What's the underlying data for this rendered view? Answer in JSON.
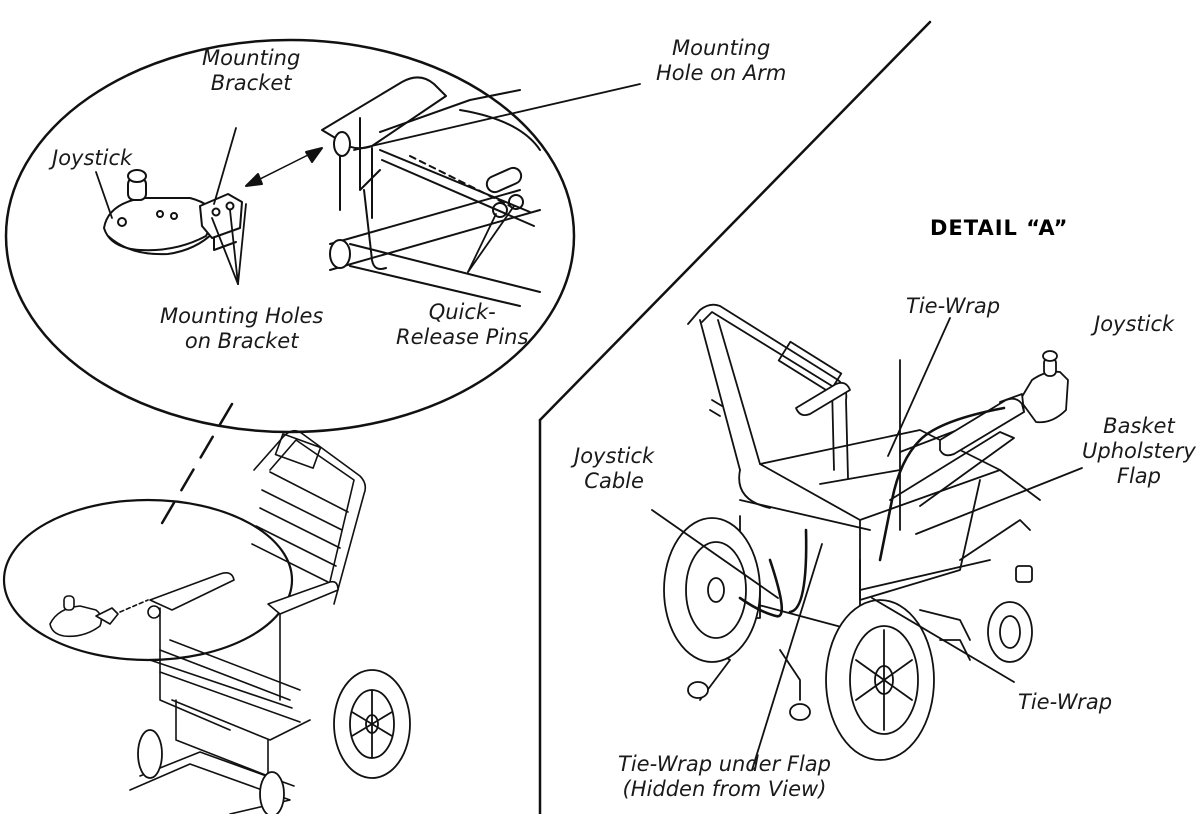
{
  "detail_title": "DETAIL “A”",
  "callout_labels": {
    "joystick_top": "Joystick",
    "mounting_bracket": [
      "Mounting",
      "Bracket"
    ],
    "mounting_hole_on_arm": [
      "Mounting",
      "Hole on Arm"
    ],
    "mounting_holes_on_bracket": [
      "Mounting Holes",
      "on Bracket"
    ],
    "quick_release_pins": [
      "Quick-",
      "Release Pins"
    ]
  },
  "detail_labels": {
    "tie_wrap_top": "Tie-Wrap",
    "joystick": "Joystick",
    "basket_upholstery_flap": [
      "Basket",
      "Upholstery",
      "Flap"
    ],
    "joystick_cable": [
      "Joystick",
      "Cable"
    ],
    "tie_wrap_bottom": "Tie-Wrap",
    "tie_wrap_under_flap": [
      "Tie-Wrap under Flap",
      "(Hidden from View)"
    ]
  },
  "icons": [
    "joystick-icon",
    "wheelchair-icon",
    "armrest-icon",
    "mounting-bracket-icon",
    "wheel-icon"
  ]
}
